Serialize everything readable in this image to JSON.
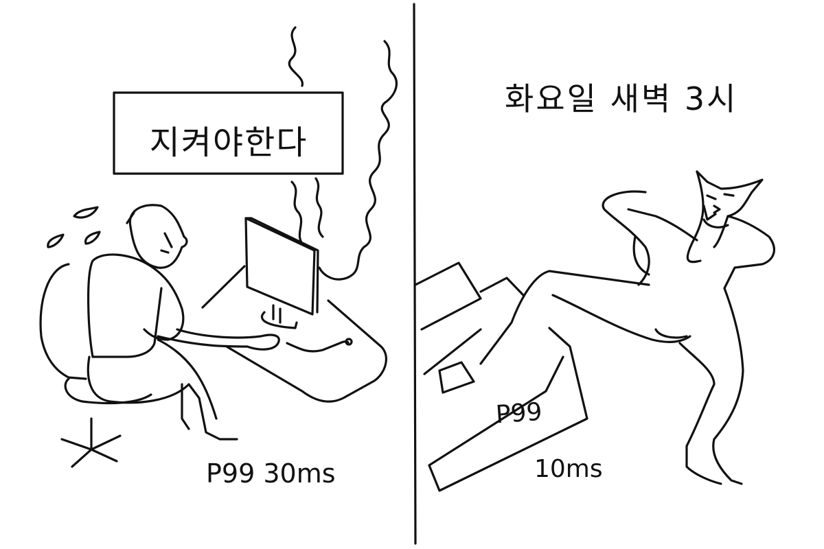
{
  "panels": {
    "left": {
      "sign_text": "지켜야한다",
      "latency_label": "P99 30ms",
      "scene": "stressed-engineer-at-smoking-monitor"
    },
    "right": {
      "time_caption": "화요일 새벽 3시",
      "box_label_line1": "P99",
      "box_label_line2": "10ms",
      "scene": "devil-kicking-boxes"
    }
  },
  "style": {
    "ink_color": "#111111",
    "background_color": "#ffffff"
  }
}
